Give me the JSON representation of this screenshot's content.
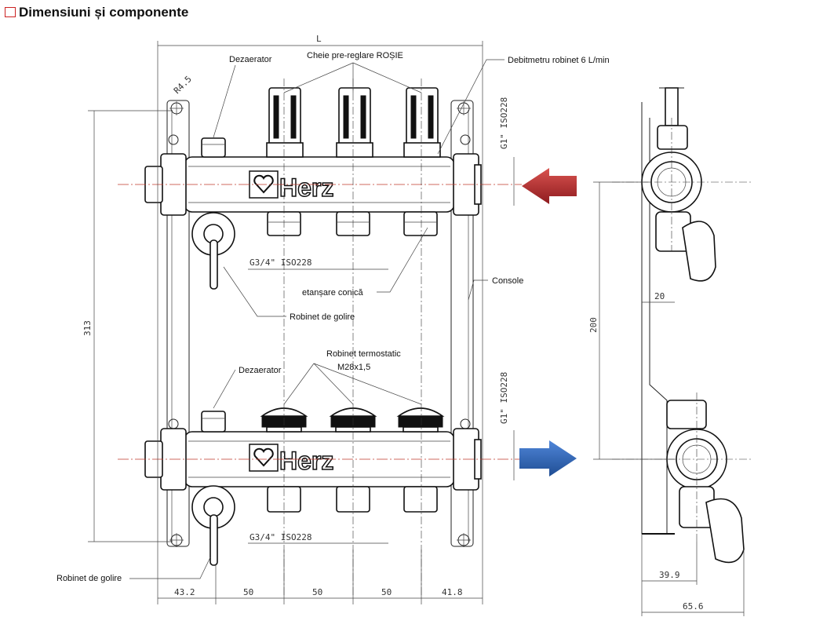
{
  "title": "Dimensiuni și componente",
  "labels": {
    "dezaerator_top": "Dezaerator",
    "cheie": "Cheie pre-reglare ROȘIE",
    "debitmetru": "Debitmetru robinet 6 L/min",
    "etansare": "etanșare conică",
    "console": "Console",
    "robinet_golire_top": "Robinet de golire",
    "robinet_termostatic_1": "Robinet termostatic",
    "robinet_termostatic_2": "M28x1,5",
    "dezaerator_bottom": "Dezaerator",
    "robinet_golire_bottom": "Robinet de golire",
    "brand": "Herz"
  },
  "dimensions": {
    "L": "L",
    "r45": "R4.5",
    "iso_top": "G1\" ISO228",
    "iso_bottom": "G1\" ISO228",
    "g34_top": "G3/4\" ISO228",
    "g34_bottom": "G3/4\" ISO228",
    "h313": "313",
    "h200": "200",
    "d20": "20",
    "d399": "39.9",
    "d656": "65.6",
    "bottom_row": [
      "43.2",
      "50",
      "50",
      "50",
      "41.8"
    ]
  },
  "colors": {
    "supply_arrow": "#b32025",
    "return_arrow": "#2e63b0",
    "axis": "#c0392b"
  }
}
